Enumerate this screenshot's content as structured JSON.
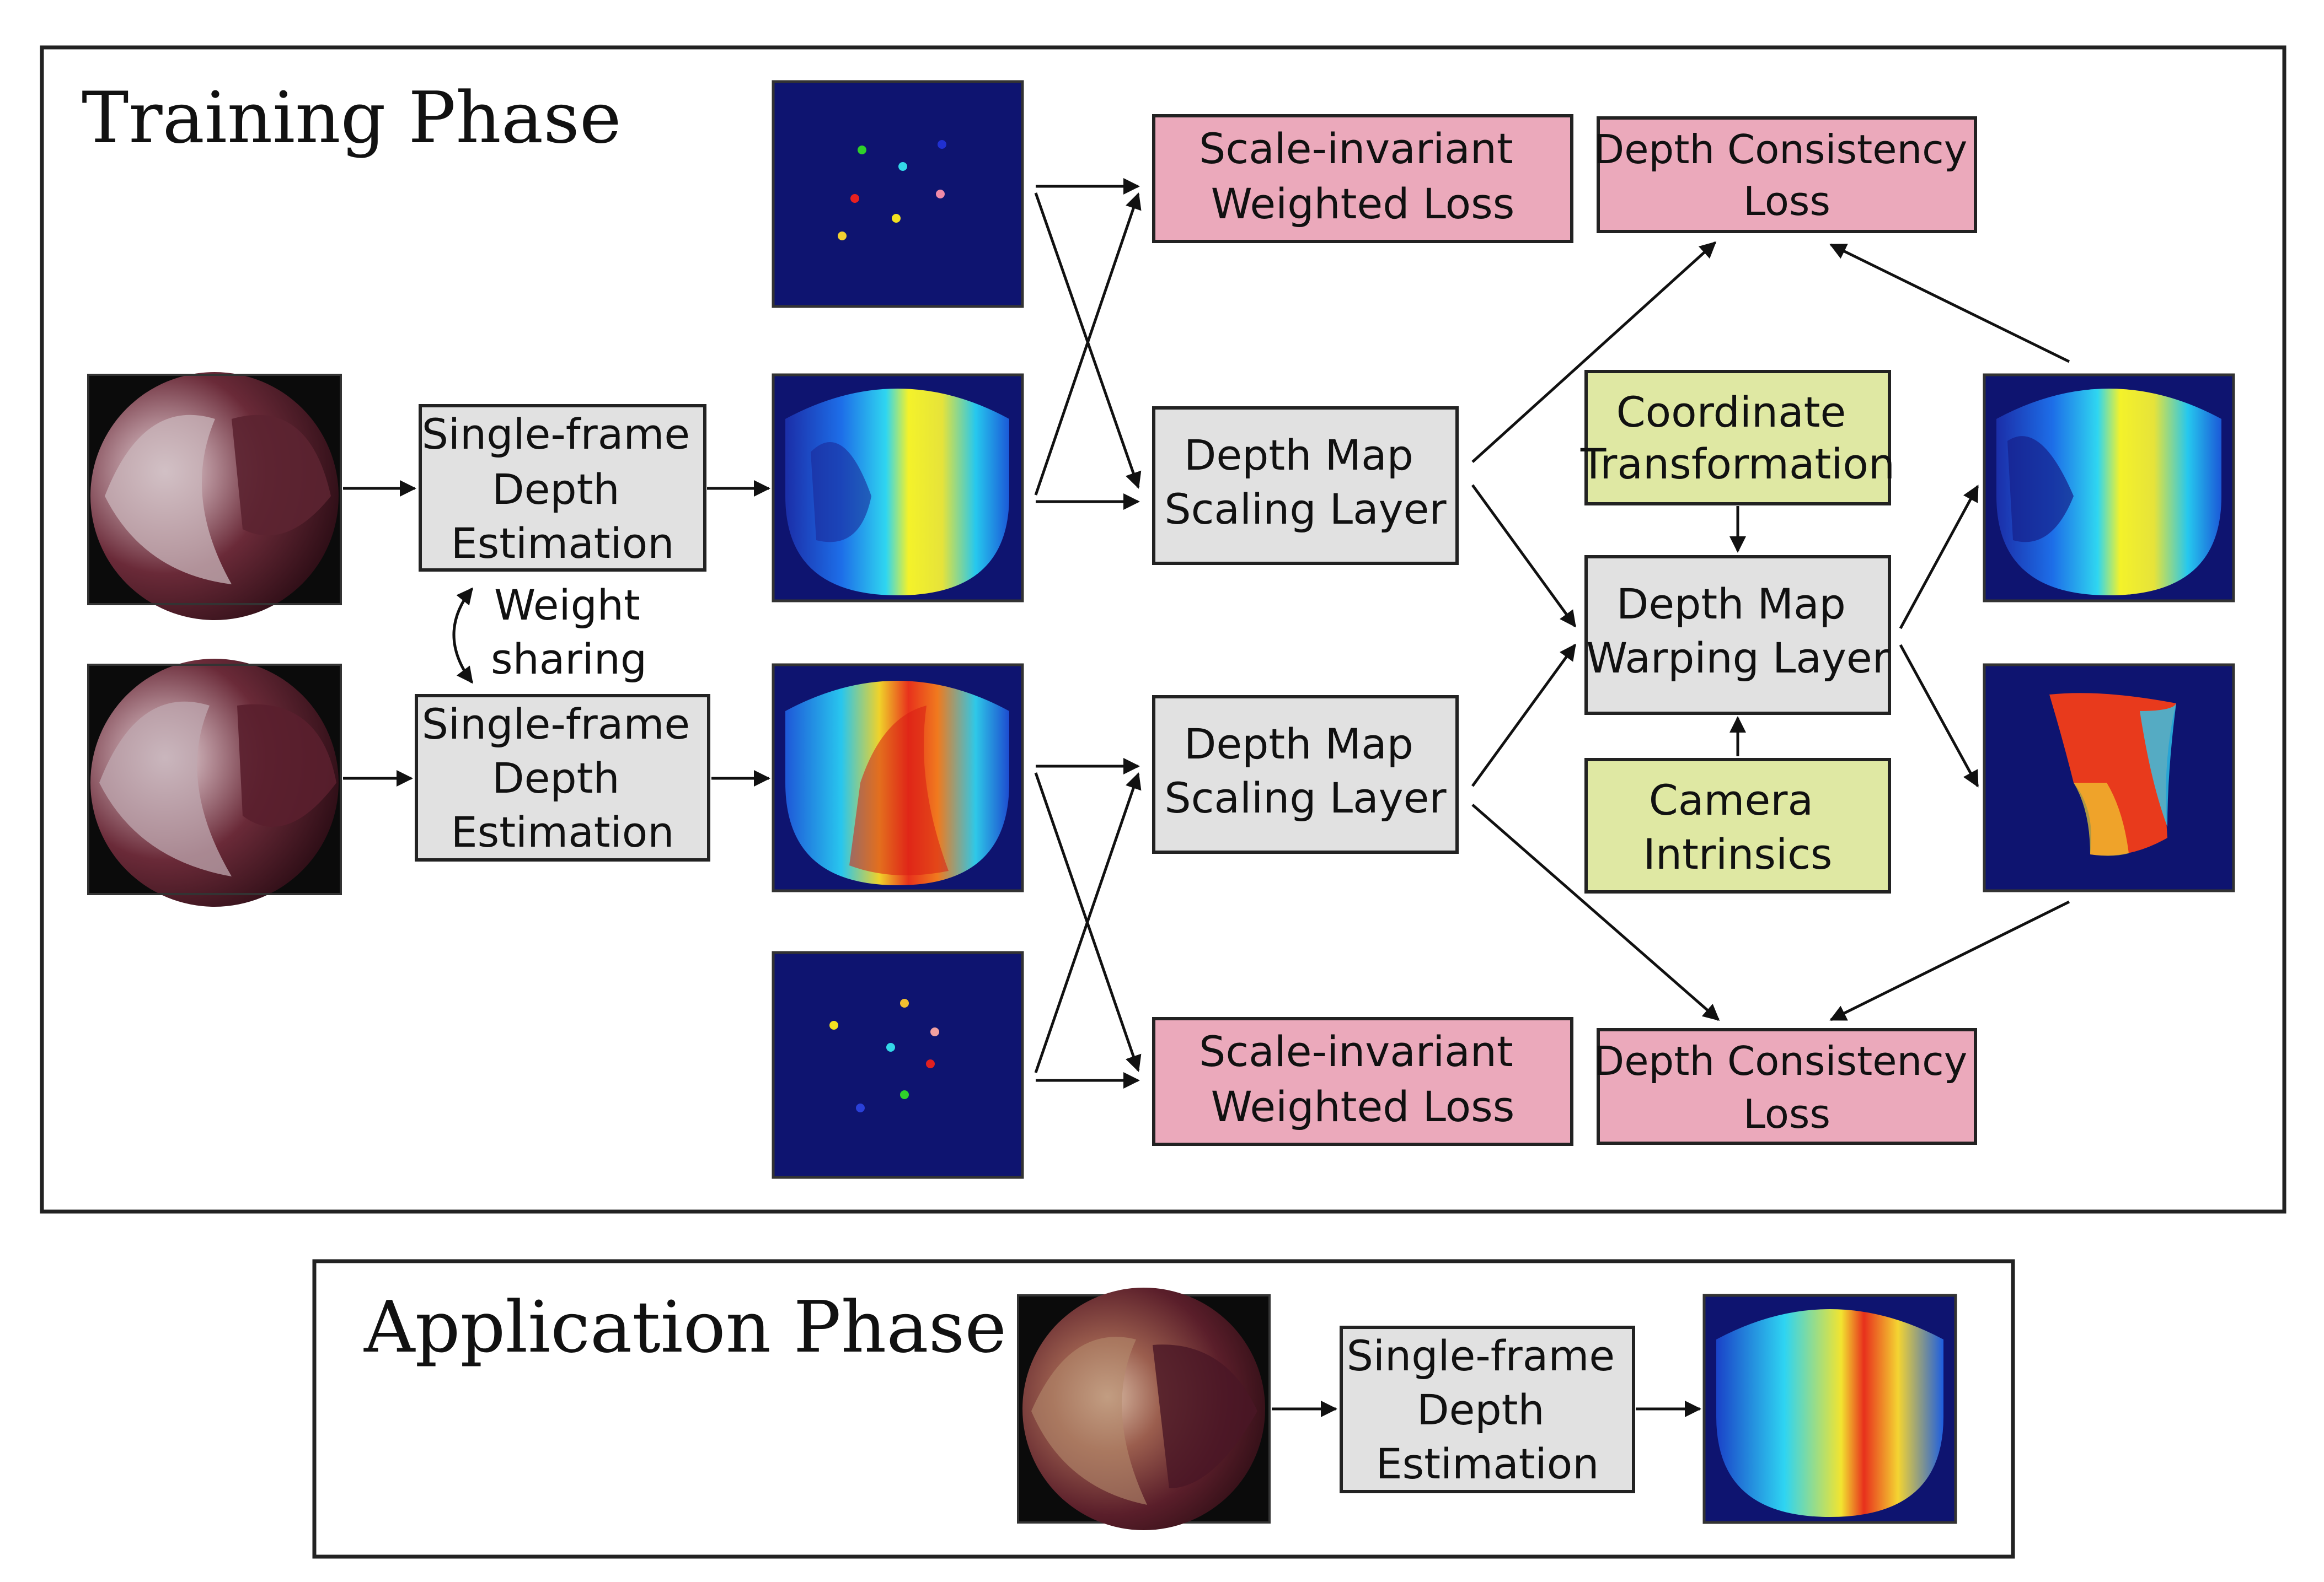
{
  "training_phase": {
    "title": "Training Phase",
    "single_frame_top": [
      "Single-frame",
      "Depth",
      "Estimation"
    ],
    "single_frame_bottom": [
      "Single-frame",
      "Depth",
      "Estimation"
    ],
    "weight_sharing": [
      "Weight",
      "sharing"
    ],
    "scaling_top": [
      "Depth Map",
      "Scaling Layer"
    ],
    "scaling_bottom": [
      "Depth Map",
      "Scaling Layer"
    ],
    "si_loss_top": [
      "Scale-invariant",
      "Weighted Loss"
    ],
    "si_loss_bottom": [
      "Scale-invariant",
      "Weighted Loss"
    ],
    "dc_loss_top": [
      "Depth Consistency",
      "Loss"
    ],
    "dc_loss_bottom": [
      "Depth Consistency",
      "Loss"
    ],
    "coord_transform": [
      "Coordinate",
      "Transformation"
    ],
    "warping": [
      "Depth Map",
      "Warping Layer"
    ],
    "camera": [
      "Camera",
      "Intrinsics"
    ]
  },
  "application_phase": {
    "title": "Application Phase",
    "single_frame": [
      "Single-frame",
      "Depth",
      "Estimation"
    ]
  },
  "colors": {
    "gray_box": "#e1e1e1",
    "pink_box": "#eba9bb",
    "green_box": "#dfe8a3",
    "dark_navy": "#0e1470",
    "border": "#1a1a1a"
  }
}
